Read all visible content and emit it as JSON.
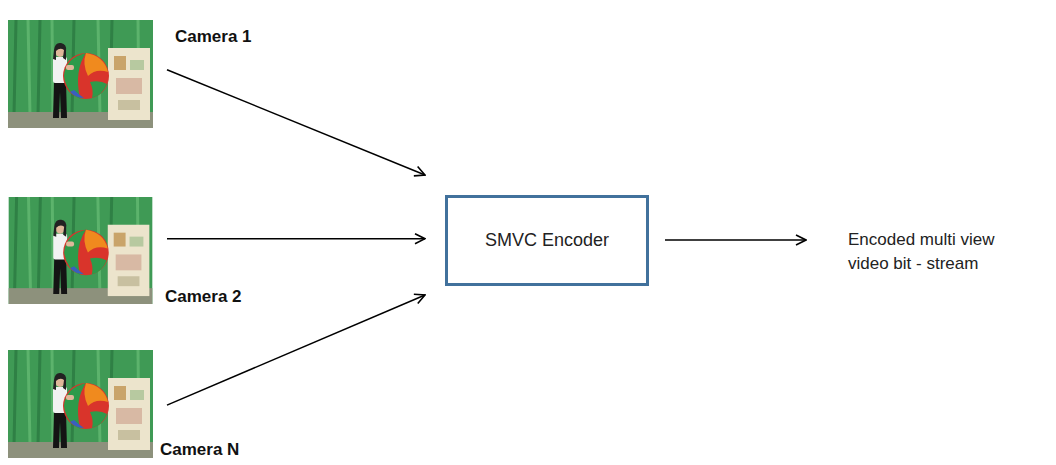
{
  "diagram": {
    "nodes": [
      {
        "text": [
          "Camera 1"
        ]
      },
      {
        "text": [
          "Camera 2"
        ]
      },
      {
        "text": [
          "Camera N"
        ]
      },
      {
        "text": [
          "SMVC Encoder"
        ]
      }
    ],
    "edges": [
      {
        "from": 0,
        "to": 3,
        "arrow": "to"
      },
      {
        "from": 1,
        "to": 3,
        "arrow": "to"
      },
      {
        "from": 2,
        "to": 3,
        "arrow": "to"
      }
    ],
    "labels": [
      "Encoded multi view video bit - stream"
    ]
  }
}
